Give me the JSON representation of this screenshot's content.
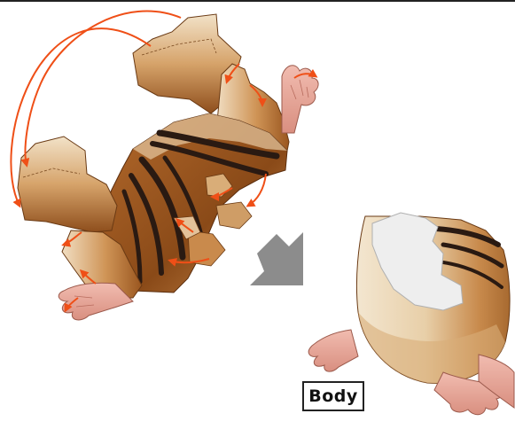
{
  "diagram": {
    "label": "Body",
    "colors": {
      "assembly_arrow": "#ef4f17",
      "direction_arrow": "#8c8c8c",
      "fur_dark": "#8a4a18",
      "fur_mid": "#c98a4c",
      "fur_light": "#ecd6b6",
      "stripe": "#2a1a12",
      "skin": "#e8a79a",
      "inner_white": "#eeeeee",
      "rule": "#222222"
    },
    "icons": [
      "assembly-arrow",
      "direction-arrow"
    ]
  }
}
